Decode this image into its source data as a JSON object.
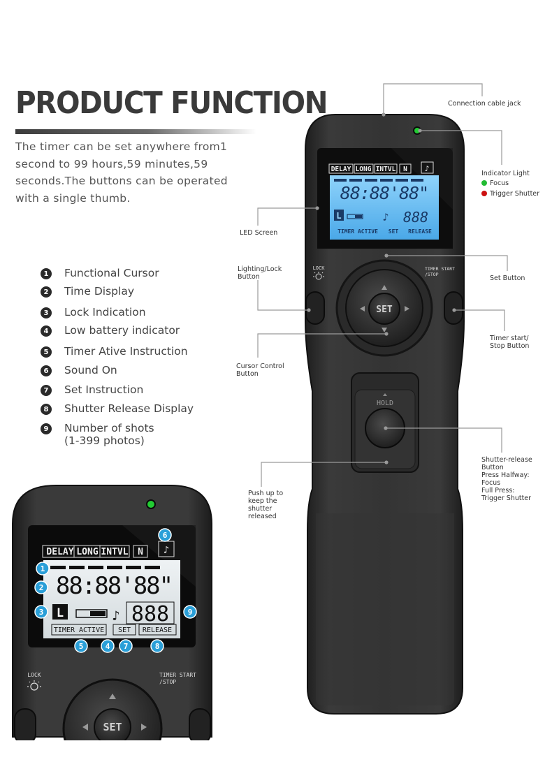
{
  "heading": {
    "title": "PRODUCT FUNCTION",
    "description": "The timer can be set anywhere from1 second to 99 hours,59 minutes,59 seconds.The buttons can be operated with a single thumb."
  },
  "features": [
    {
      "num": "1",
      "label": "Functional Cursor"
    },
    {
      "num": "2",
      "label": "Time Display"
    },
    {
      "num": "3",
      "label": "Lock Indication"
    },
    {
      "num": "4",
      "label": "Low battery indicator"
    },
    {
      "num": "5",
      "label": "Timer Ative Instruction"
    },
    {
      "num": "6",
      "label": "Sound On"
    },
    {
      "num": "7",
      "label": "Set Instruction"
    },
    {
      "num": "8",
      "label": "Shutter Release Display"
    },
    {
      "num": "9",
      "label": "Number of shots",
      "sub": "(1-399 photos)"
    }
  ],
  "callouts": {
    "cable_jack": "Connection cable jack",
    "indicator_light": "Indicator Light",
    "focus": "Focus",
    "trigger": "Trigger Shutter",
    "led_screen": "LED Screen",
    "lighting_lock_1": "Lighting/Lock",
    "lighting_lock_2": "Button",
    "set_button": "Set Button",
    "timer_1": "Timer start/",
    "timer_2": "Stop Button",
    "cursor_1": "Cursor Control",
    "cursor_2": "Button",
    "shutter_1": "Shutter-release",
    "shutter_2": "Button",
    "shutter_3": "Press Halfway:",
    "shutter_4": "Focus",
    "shutter_5": "Full Press:",
    "shutter_6": "Trigger Shutter",
    "push_1": "Push up to",
    "push_2": "keep the",
    "push_3": "shutter",
    "push_4": "released"
  },
  "device": {
    "modes": [
      "DELAY",
      "LONG",
      "INTVL",
      "N"
    ],
    "time_digits": "88:88'88\"",
    "lock_letter": "L",
    "timer_active": "TIMER ACTIVE",
    "set_label": "SET",
    "release_label": "RELEASE",
    "shots_digits": "888",
    "set_button": "SET",
    "lock_label": "LOCK",
    "timer_label_1": "TIMER START",
    "timer_label_2": "/STOP",
    "hold_label": "HOLD"
  },
  "markers": [
    "1",
    "2",
    "3",
    "4",
    "5",
    "6",
    "7",
    "8",
    "9"
  ],
  "colors": {
    "focus": "#22bb33",
    "trigger": "#cc1111",
    "lcd": "#6bbdf2",
    "marker": "#2a9fd8",
    "body": "#2e2e2e"
  }
}
